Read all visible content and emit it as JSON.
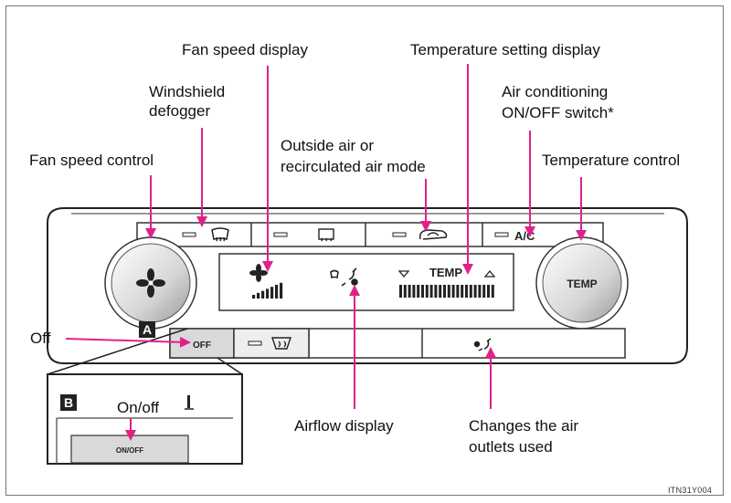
{
  "callouts": {
    "fan_speed_display": "Fan speed display",
    "temperature_setting_display": "Temperature setting display",
    "windshield_defogger_line1": "Windshield",
    "windshield_defogger_line2": "defogger",
    "air_conditioning_line1": "Air conditioning",
    "air_conditioning_line2": "ON/OFF switch*",
    "outside_air_line1": "Outside air or",
    "outside_air_line2": "recirculated air mode",
    "fan_speed_control": "Fan speed control",
    "temperature_control": "Temperature control",
    "off": "Off",
    "on_off": "On/off",
    "airflow_display": "Airflow display",
    "changes_outlets_line1": "Changes the air",
    "changes_outlets_line2": "outlets used"
  },
  "panel": {
    "ac_label": "A/C",
    "temp_label": "TEMP",
    "temp_knob_label": "TEMP",
    "off_button": "OFF",
    "onoff_button": "ON/OFF",
    "badge_a": "A",
    "badge_b": "B"
  },
  "reference_code": "ITN31Y004",
  "colors": {
    "arrow": "#e0218a",
    "panel_dark": "#222222",
    "panel_light": "#e6e6e6"
  }
}
